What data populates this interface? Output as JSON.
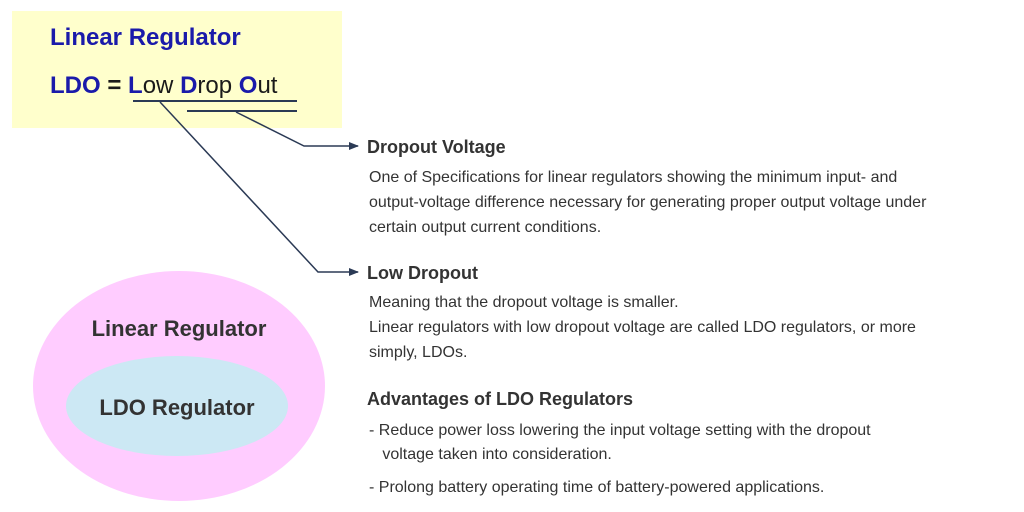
{
  "colors": {
    "title_box_bg": "#ffffcc",
    "title_text": "#1a1aaa",
    "connector": "#2b3a55",
    "outer_ellipse": "#ffccff",
    "inner_ellipse": "#cce8f4"
  },
  "header": {
    "title": "Linear Regulator",
    "ldo_abbrev": "LDO",
    "equals": " = ",
    "l_letter": "L",
    "ow": "ow ",
    "d_letter": "D",
    "rop": "rop ",
    "o_letter": "O",
    "ut": "ut"
  },
  "dropout_voltage": {
    "heading": "Dropout Voltage",
    "lines": [
      "One of Specifications for linear regulators showing the minimum input- and",
      "output-voltage difference necessary for generating proper output voltage under",
      "certain output current conditions."
    ]
  },
  "low_dropout": {
    "heading": "Low Dropout",
    "lines": [
      "Meaning that the dropout voltage is smaller.",
      "Linear regulators with low dropout voltage are called LDO regulators, or more",
      "simply, LDOs."
    ]
  },
  "advantages": {
    "heading": "Advantages of LDO Regulators",
    "bullets": [
      "- Reduce power loss lowering the input voltage setting with the dropout",
      "   voltage taken into consideration.",
      "- Prolong battery operating time of battery-powered applications."
    ]
  },
  "venn": {
    "outer_label": "Linear Regulator",
    "inner_label": "LDO Regulator"
  }
}
